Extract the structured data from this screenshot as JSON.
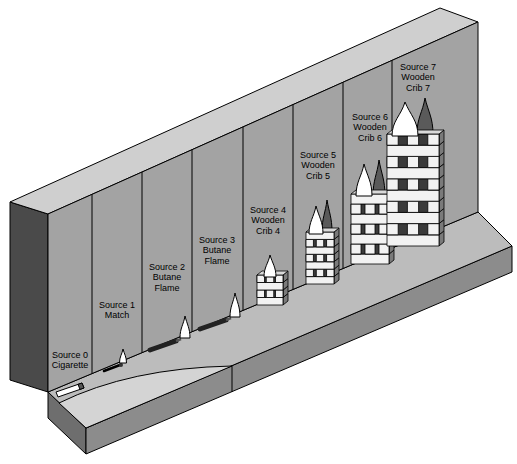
{
  "diagram": {
    "labels": [
      "Source 0 Cigarette",
      "Source 1 Match",
      "Source 2 Butane Flame",
      "Source 3 Butane Flame",
      "Source 4 Wooden Crib 4",
      "Source 5 Wooden Crib 5",
      "Source 6 Wooden Crib 6",
      "Source 7 Wooden Crib 7"
    ]
  }
}
